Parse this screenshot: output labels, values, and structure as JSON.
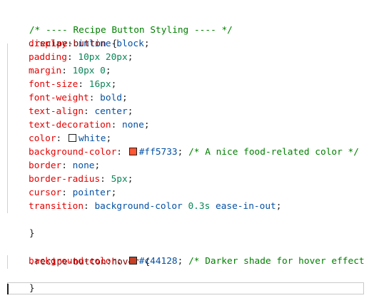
{
  "code": {
    "comment_header": "/* ---- Recipe Button Styling ---- */",
    "selector1": ".recipe-button",
    "selector2": ".recipe-button:hover",
    "open_brace": "{",
    "close_brace": "}",
    "rules1": [
      {
        "prop": "display",
        "value": "inline-block"
      },
      {
        "prop": "padding",
        "value": "10px 20px"
      },
      {
        "prop": "margin",
        "value": "10px 0"
      },
      {
        "prop": "font-size",
        "value": "16px"
      },
      {
        "prop": "font-weight",
        "value": "bold"
      },
      {
        "prop": "text-align",
        "value": "center"
      },
      {
        "prop": "text-decoration",
        "value": "none"
      },
      {
        "prop": "color",
        "value": "white",
        "swatch": "#ffffff"
      },
      {
        "prop": "background-color",
        "value": "#ff5733",
        "swatch": "#ff5733",
        "comment": "/* A nice food-related color */"
      },
      {
        "prop": "border",
        "value": "none"
      },
      {
        "prop": "border-radius",
        "value": "5px"
      },
      {
        "prop": "cursor",
        "value": "pointer"
      },
      {
        "prop": "transition",
        "value_parts": [
          "background-color ",
          "0.3s",
          " ease-in-out"
        ]
      }
    ],
    "rules2": [
      {
        "prop": "background-color",
        "value": "#c44128",
        "swatch": "#c44128",
        "comment": "/* Darker shade for hover effect"
      }
    ]
  },
  "colors": {
    "comment": "#008000",
    "selector": "#800000",
    "property": "#e50000",
    "value": "#0451a5",
    "number": "#098658"
  }
}
